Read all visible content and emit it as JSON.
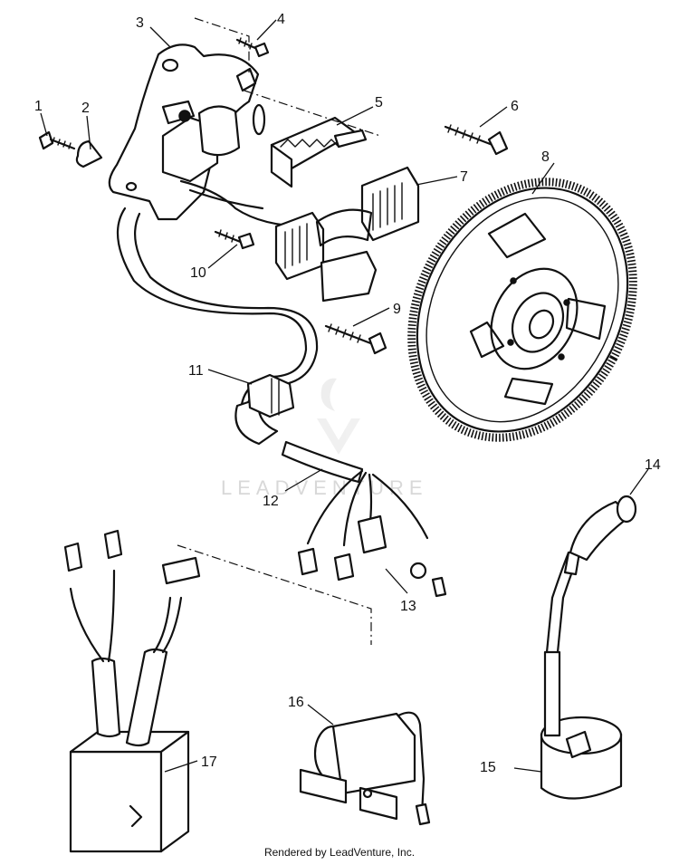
{
  "parts": [
    {
      "id": "1",
      "label": "1"
    },
    {
      "id": "2",
      "label": "2"
    },
    {
      "id": "3",
      "label": "3"
    },
    {
      "id": "4",
      "label": "4"
    },
    {
      "id": "5",
      "label": "5"
    },
    {
      "id": "6",
      "label": "6"
    },
    {
      "id": "7",
      "label": "7"
    },
    {
      "id": "8",
      "label": "8"
    },
    {
      "id": "9",
      "label": "9"
    },
    {
      "id": "10",
      "label": "10"
    },
    {
      "id": "11",
      "label": "11"
    },
    {
      "id": "12",
      "label": "12"
    },
    {
      "id": "13",
      "label": "13"
    },
    {
      "id": "14",
      "label": "14"
    },
    {
      "id": "15",
      "label": "15"
    },
    {
      "id": "16",
      "label": "16"
    },
    {
      "id": "17",
      "label": "17"
    }
  ],
  "watermark": "LEADVENTURE",
  "footer": "Rendered by LeadVenture, Inc."
}
